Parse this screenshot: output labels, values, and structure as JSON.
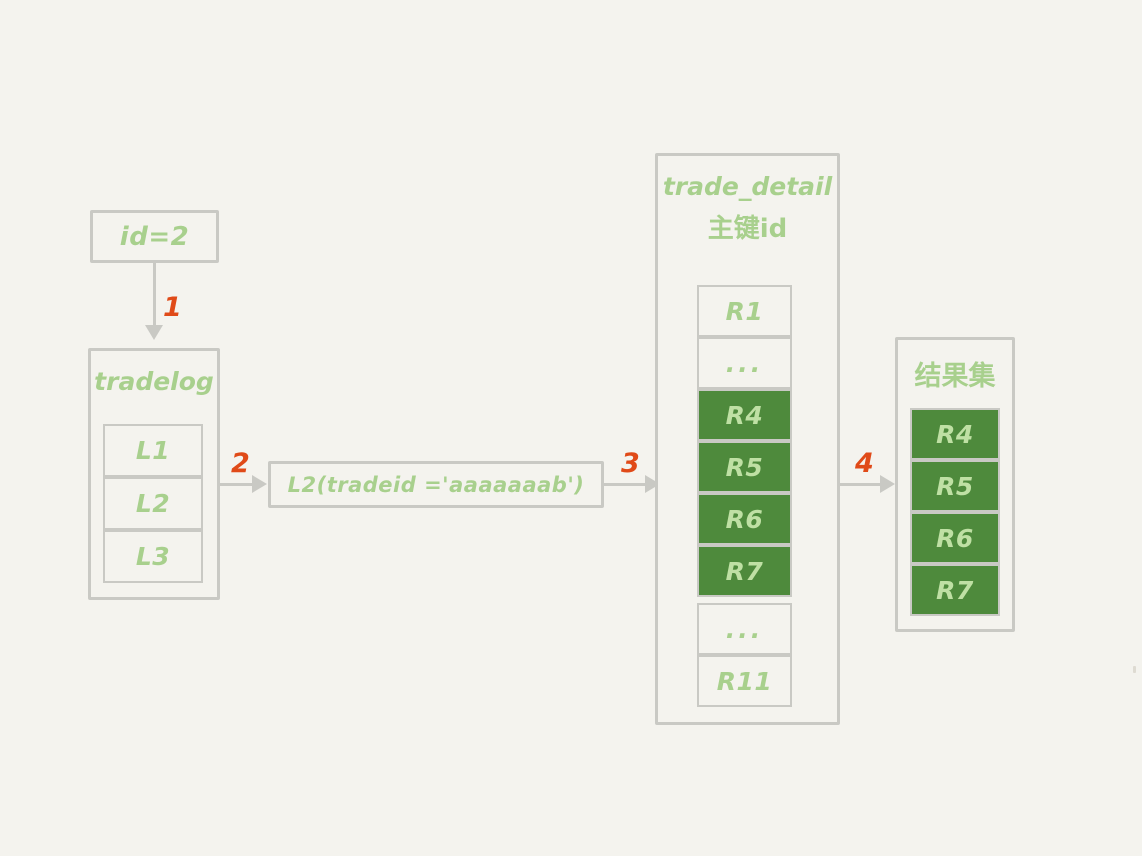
{
  "theme": {
    "background": "#f4f3ee",
    "border": "#c9c9c4",
    "text_green": "#a8d08d",
    "fill_green": "#4e8a3c",
    "fill_text": "#bfe0a4",
    "step_orange": "#e04a18"
  },
  "nodes": {
    "id_box": {
      "label": "id=2"
    },
    "tradelog": {
      "title": "tradelog",
      "rows": [
        {
          "label": "L1",
          "highlighted": false
        },
        {
          "label": "L2",
          "highlighted": false
        },
        {
          "label": "L3",
          "highlighted": false
        }
      ]
    },
    "condition": {
      "label": "L2(tradeid ='aaaaaaab')"
    },
    "trade_detail": {
      "title_line1": "trade_detail",
      "title_line2": "主键id",
      "rows": [
        {
          "label": "R1",
          "highlighted": false
        },
        {
          "label": "...",
          "highlighted": false
        },
        {
          "label": "R4",
          "highlighted": true
        },
        {
          "label": "R5",
          "highlighted": true
        },
        {
          "label": "R6",
          "highlighted": true
        },
        {
          "label": "R7",
          "highlighted": true
        },
        {
          "label": "...",
          "highlighted": false
        },
        {
          "label": "R11",
          "highlighted": false
        }
      ]
    },
    "result_set": {
      "title": "结果集",
      "rows": [
        {
          "label": "R4",
          "highlighted": true
        },
        {
          "label": "R5",
          "highlighted": true
        },
        {
          "label": "R6",
          "highlighted": true
        },
        {
          "label": "R7",
          "highlighted": true
        }
      ]
    }
  },
  "steps": [
    {
      "label": "1"
    },
    {
      "label": "2"
    },
    {
      "label": "3"
    },
    {
      "label": "4"
    }
  ]
}
